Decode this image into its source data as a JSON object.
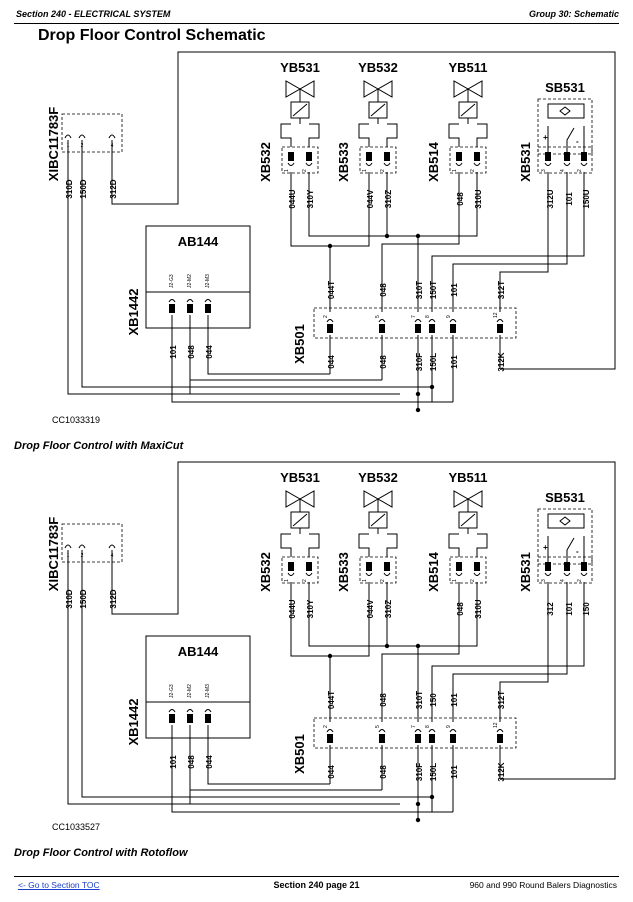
{
  "header": {
    "section": "Section 240 - ELECTRICAL SYSTEM",
    "group": "Group 30: Schematic"
  },
  "page_title": "Drop Floor Control Schematic",
  "diagrams": [
    {
      "id_code": "CC1033319",
      "caption": "Drop Floor Control with MaxiCut",
      "components": {
        "valve1": "YB531",
        "valve2": "YB532",
        "valve3": "YB511",
        "switch": "SB531",
        "controller": "AB144",
        "xibc": "XIBC11783F",
        "xb532": "XB532",
        "xb533": "XB533",
        "xb514": "XB514",
        "xb531": "XB531",
        "xb1442": "XB1442",
        "xb501": "XB501"
      },
      "xibc_pins": [
        "1",
        "2",
        "4"
      ],
      "xibc_wires": [
        "310D",
        "150D",
        "312D"
      ],
      "xb532_pins": [
        "1",
        "2"
      ],
      "xb532_wires": [
        "044U",
        "310Y"
      ],
      "xb533_pins": [
        "1",
        "2"
      ],
      "xb533_wires": [
        "044V",
        "310Z"
      ],
      "xb514_pins": [
        "1",
        "2"
      ],
      "xb514_wires": [
        "048",
        "310U"
      ],
      "xb531_pins": [
        "3",
        "4",
        "2"
      ],
      "xb531_wires": [
        "312U",
        "101",
        "150U"
      ],
      "xb1442_pins": [
        "J2-G3",
        "J2-M2",
        "J2-M3"
      ],
      "xb1442_wires": [
        "101",
        "048",
        "044"
      ],
      "xb501_pins": [
        "2",
        "5",
        "7",
        "8",
        "9",
        "12"
      ],
      "xb501_top_wires": [
        "044T",
        "048",
        "310T",
        "150T",
        "101",
        "312T"
      ],
      "xb501_bottom_wires": [
        "044",
        "048",
        "310F",
        "150L",
        "101",
        "312K"
      ],
      "switch_signs": [
        "+",
        "-"
      ]
    },
    {
      "id_code": "CC1033527",
      "caption": "Drop Floor Control with Rotoflow",
      "components": {
        "valve1": "YB531",
        "valve2": "YB532",
        "valve3": "YB511",
        "switch": "SB531",
        "controller": "AB144",
        "xibc": "XIBC11783F",
        "xb532": "XB532",
        "xb533": "XB533",
        "xb514": "XB514",
        "xb531": "XB531",
        "xb1442": "XB1442",
        "xb501": "XB501"
      },
      "xibc_pins": [
        "1",
        "2",
        "4"
      ],
      "xibc_wires": [
        "310D",
        "150D",
        "312D"
      ],
      "xb532_pins": [
        "1",
        "2"
      ],
      "xb532_wires": [
        "044U",
        "310Y"
      ],
      "xb533_pins": [
        "1",
        "2"
      ],
      "xb533_wires": [
        "044V",
        "310Z"
      ],
      "xb514_pins": [
        "1",
        "2"
      ],
      "xb514_wires": [
        "048",
        "310U"
      ],
      "xb531_pins": [
        "3",
        "4",
        "2"
      ],
      "xb531_wires": [
        "312",
        "101",
        "150"
      ],
      "xb1442_pins": [
        "J2-G3",
        "J2-M2",
        "J2-M3"
      ],
      "xb1442_wires": [
        "101",
        "048",
        "044"
      ],
      "xb501_pins": [
        "2",
        "5",
        "7",
        "8",
        "9",
        "12"
      ],
      "xb501_top_wires": [
        "044T",
        "048",
        "310T",
        "150",
        "101",
        "312T"
      ],
      "xb501_bottom_wires": [
        "044",
        "048",
        "310F",
        "150L",
        "101",
        "312K"
      ],
      "switch_signs": [
        "+",
        "-"
      ]
    }
  ],
  "footer": {
    "toc_link": "<- Go to Section TOC",
    "page": "Section 240 page 21",
    "product": "960 and 990 Round Balers Diagnostics"
  }
}
